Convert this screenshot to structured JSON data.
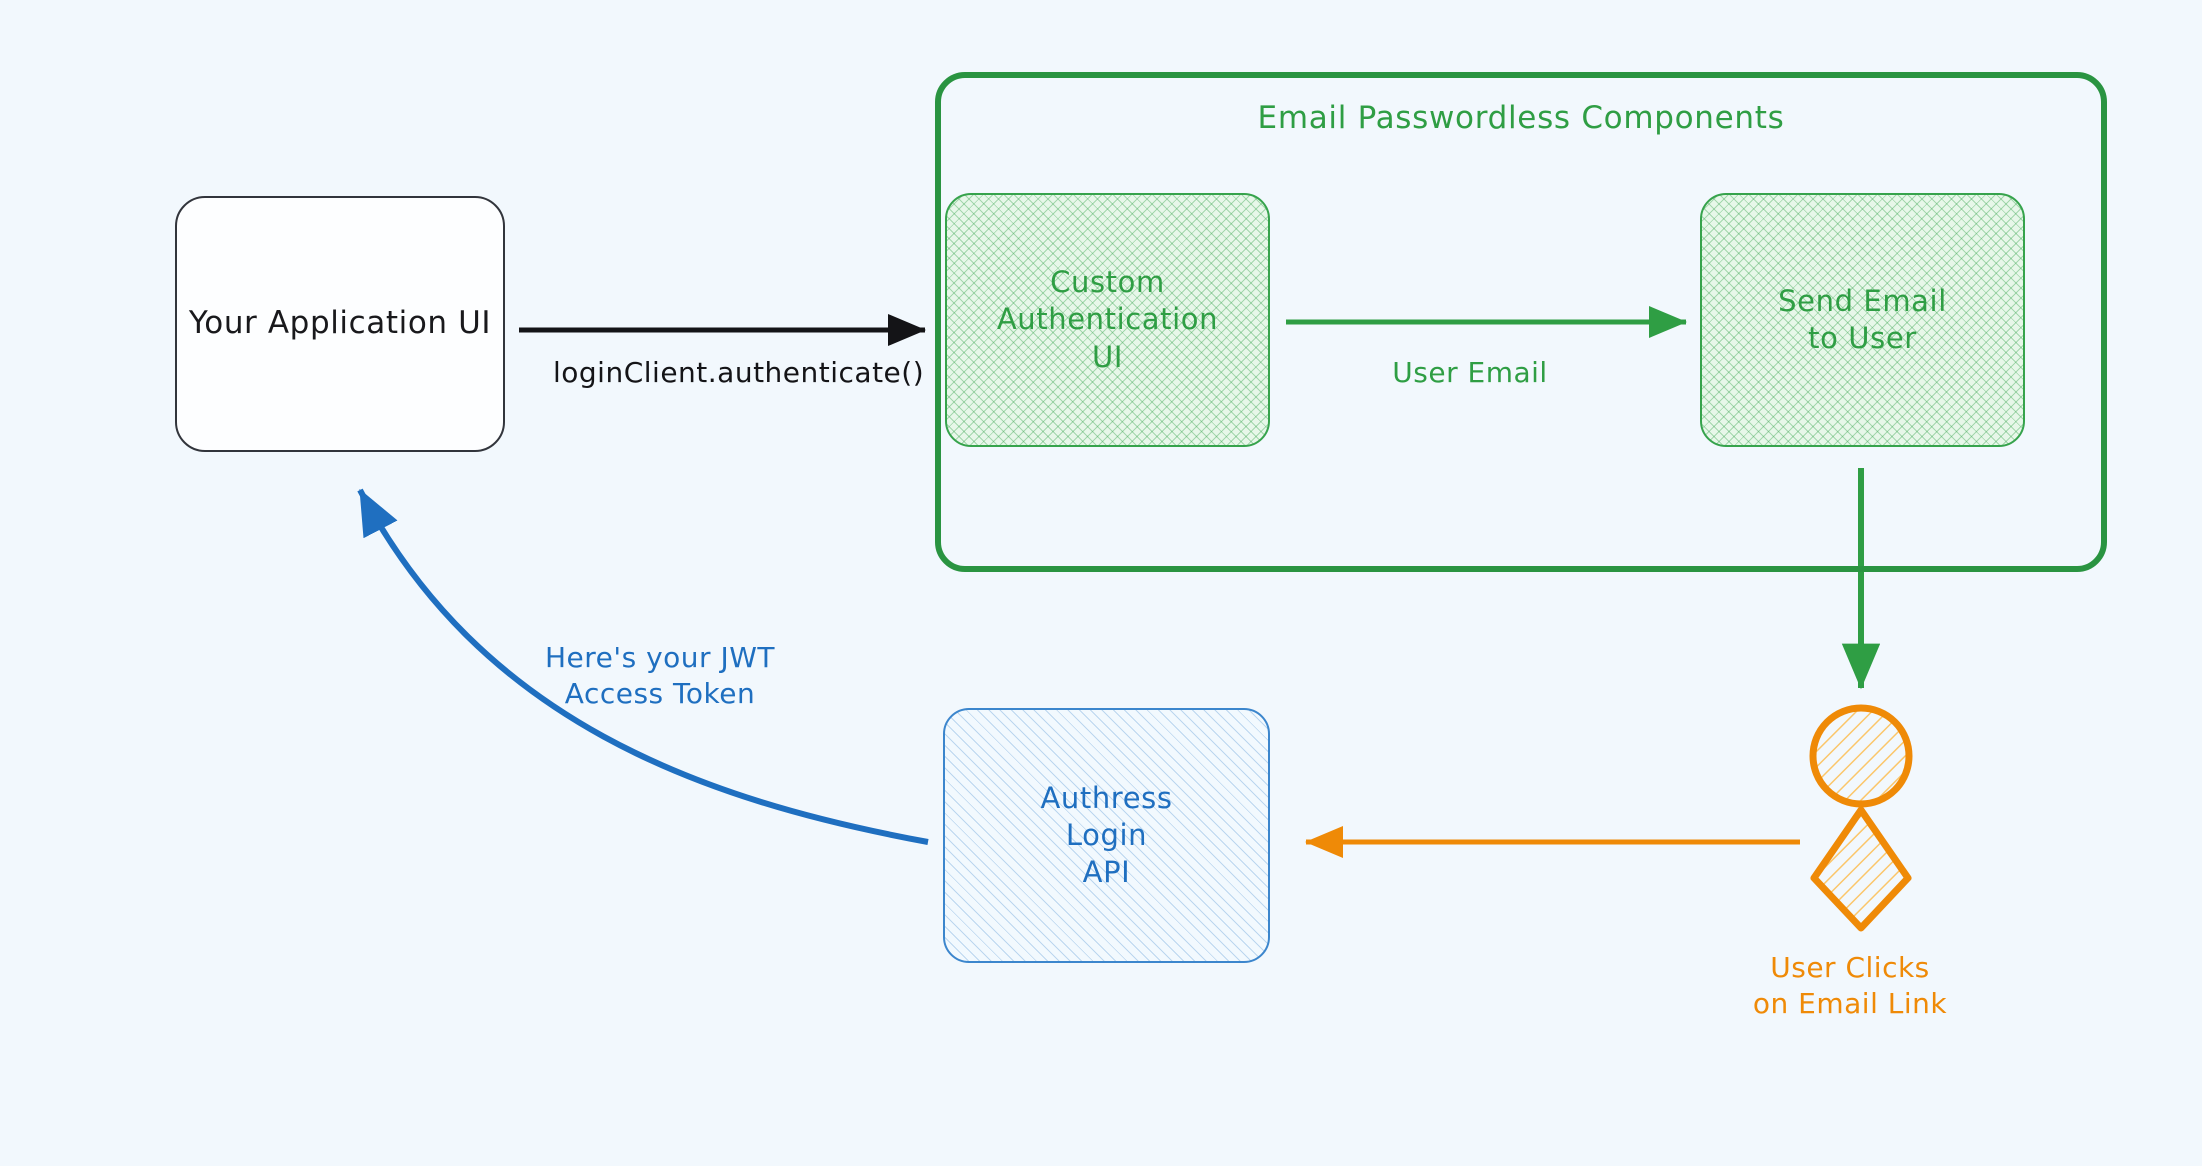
{
  "diagram": {
    "title": "Email Passwordless Components",
    "background_color": "#f2f8fd",
    "colors": {
      "green": "#2f9e44",
      "blue": "#1f6fc0",
      "orange": "#ef8a07",
      "black": "#141417"
    }
  },
  "nodes": {
    "app_ui": {
      "label": "Your Application UI",
      "color": "#19191c"
    },
    "custom_auth_ui": {
      "label": "Custom\nAuthentication\nUI",
      "color": "#2f9e44"
    },
    "send_email": {
      "label": "Send Email\nto User",
      "color": "#2f9e44"
    },
    "authress_login_api": {
      "label": "Authress\nLogin\nAPI",
      "color": "#1f6fc0"
    }
  },
  "group": {
    "title": "Email Passwordless Components",
    "color": "#2a9441"
  },
  "edges": {
    "authenticate": {
      "label": "loginClient.authenticate()",
      "color": "#141417"
    },
    "user_email": {
      "label": "User Email",
      "color": "#2f9e44"
    },
    "jwt": {
      "label": "Here's your JWT\nAccess Token",
      "color": "#1f6fc0"
    },
    "email_link": {
      "label": "",
      "color": "#ef8a07"
    },
    "send_to_user": {
      "label": "",
      "color": "#2f9e44"
    }
  },
  "actor": {
    "caption": "User Clicks\non Email Link",
    "color": "#ef8a07",
    "icon": "user-actor-icon"
  }
}
